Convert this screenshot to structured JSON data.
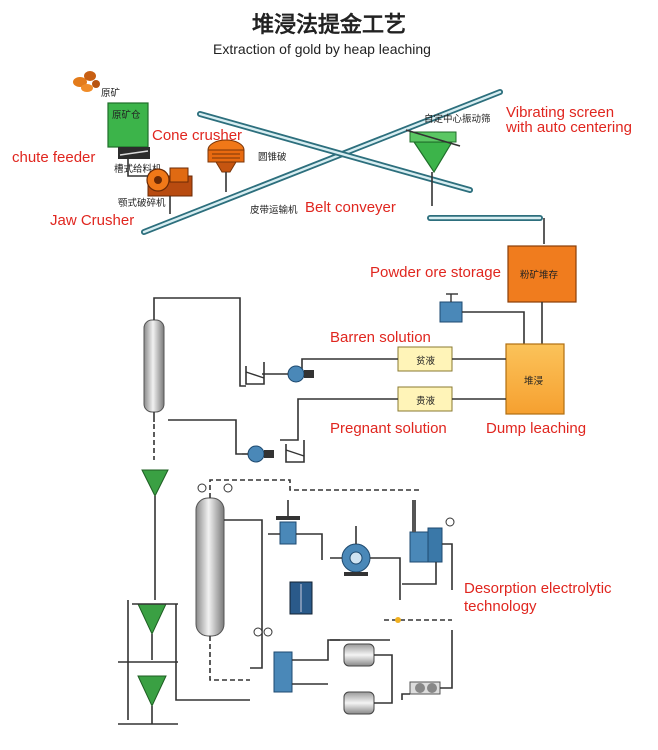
{
  "title_cn": "堆浸法提金工艺",
  "title_en": "Extraction of gold by heap leaching",
  "labels": {
    "raw_ore": "原矿",
    "raw_ore_bin": "原矿仓",
    "chute_feeder_cn": "槽式给料机",
    "jaw_crusher_cn": "颚式破碎机",
    "cone_crusher_cn": "圆锥破",
    "belt_conveyor_cn": "皮带运输机",
    "vibrating_screen_cn": "自定中心振动筛",
    "powder_ore_storage_cn": "粉矿堆存",
    "barren_cn": "贫液",
    "pregnant_cn": "贵液",
    "dump_leaching_cn": "堆浸"
  },
  "labels_en": {
    "cone_crusher": "Cone crusher",
    "chute_feeder": "chute feeder",
    "jaw_crusher": "Jaw Crusher",
    "belt_conveyer": "Belt conveyer",
    "vibrating_screen_line1": "Vibrating screen",
    "vibrating_screen_line2": "with auto centering",
    "powder_ore_storage": "Powder ore storage",
    "barren_solution": "Barren solution",
    "pregnant_solution": "Pregnant solution",
    "dump_leaching": "Dump leaching",
    "desorption_line1": "Desorption electrolytic",
    "desorption_line2": "technology"
  },
  "colors": {
    "label_red": "#e0261f",
    "bin_green": "#3cb44a",
    "crusher_orange": "#f07818",
    "storage_orange": "#f07c1e",
    "leach_orange": "#f8b040",
    "solution_yellow": "#fff4b8",
    "equipment_blue": "#4a88b8",
    "belt": "#2d6f7d",
    "cyclone_green": "#3aa043"
  }
}
